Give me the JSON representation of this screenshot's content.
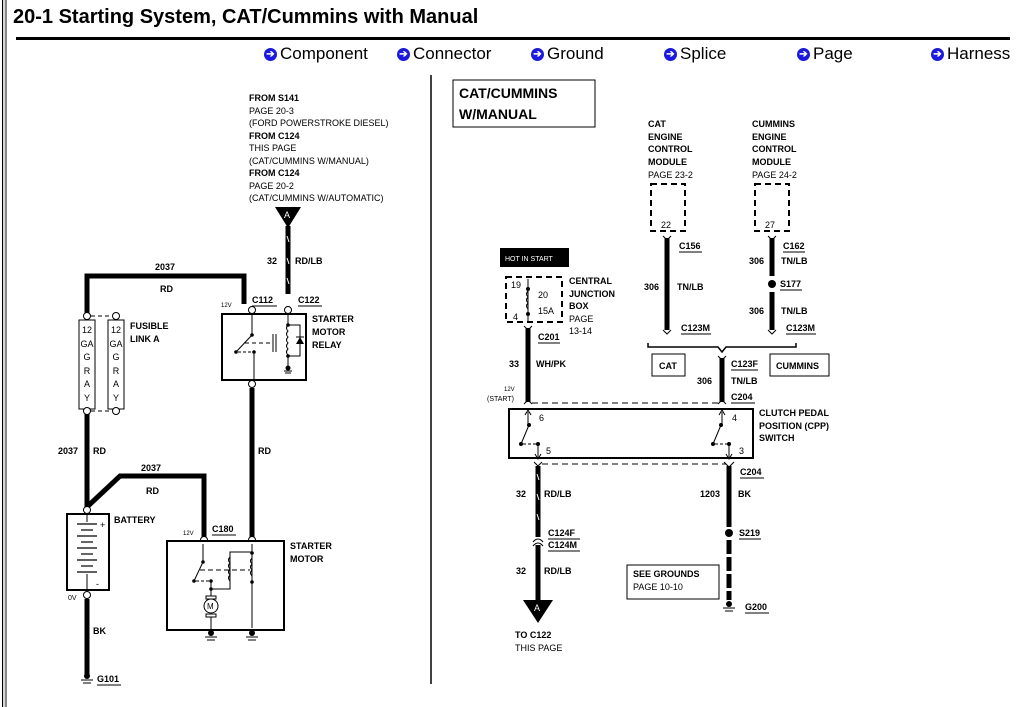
{
  "title": "20-1 Starting System, CAT/Cummins with Manual",
  "nav": [
    {
      "label": "Component",
      "icon": "arrow-circle-icon"
    },
    {
      "label": "Connector",
      "icon": "arrow-circle-icon"
    },
    {
      "label": "Ground",
      "icon": "arrow-circle-icon"
    },
    {
      "label": "Splice",
      "icon": "arrow-circle-icon"
    },
    {
      "label": "Page",
      "icon": "arrow-circle-icon"
    },
    {
      "label": "Harness",
      "icon": "arrow-circle-icon"
    }
  ],
  "left": {
    "from_refs": [
      {
        "title": "FROM S141",
        "page": "PAGE 20-3",
        "note": "(FORD POWERSTROKE DIESEL)"
      },
      {
        "title": "FROM C124",
        "page": "THIS PAGE",
        "note": "(CAT/CUMMINS W/MANUAL)"
      },
      {
        "title": "FROM C124",
        "page": "PAGE 20-2",
        "note": "(CAT/CUMMINS W/AUTOMATIC)"
      }
    ],
    "connector_a": "A",
    "wire_32": {
      "circuit": "32",
      "color": "RD/LB"
    },
    "wire_2037_top": {
      "circuit": "2037",
      "color": "RD"
    },
    "wire_2037_mid": {
      "circuit": "2037",
      "color": "RD"
    },
    "wire_2037_lower": {
      "circuit": "2037",
      "color": "RD"
    },
    "wire_rd_relay_motor": "RD",
    "wire_bk": "BK",
    "fusible_link": {
      "label_line1": "FUSIBLE",
      "label_line2": "LINK A",
      "rating": "12",
      "ga": "GA",
      "color_letters": [
        "G",
        "R",
        "A",
        "Y"
      ]
    },
    "relay": {
      "name_lines": [
        "STARTER",
        "MOTOR",
        "RELAY"
      ],
      "conn_left": "C112",
      "conn_right": "C122",
      "voltage": "12V"
    },
    "battery": {
      "name": "BATTERY",
      "plus": "+",
      "minus": "-",
      "voltage": "0V"
    },
    "starter_motor": {
      "name_lines": [
        "STARTER",
        "MOTOR"
      ],
      "conn": "C180",
      "voltage": "12V",
      "motor_symbol": "M"
    },
    "ground": "G101"
  },
  "right": {
    "box_label": [
      "CAT/CUMMINS",
      "W/MANUAL"
    ],
    "cat_ecm": {
      "lines": [
        "CAT",
        "ENGINE",
        "CONTROL",
        "MODULE"
      ],
      "page": "PAGE 23-2",
      "pin": "22",
      "conn_top": "C156",
      "wire": "306",
      "color": "TN/LB",
      "conn_bottom": "C123M"
    },
    "cummins_ecm": {
      "lines": [
        "CUMMINS",
        "ENGINE",
        "CONTROL",
        "MODULE"
      ],
      "page": "PAGE 24-2",
      "pin": "27",
      "conn_top": "C162",
      "wire1": "306",
      "color1": "TN/LB",
      "splice": "S177",
      "wire2": "306",
      "color2": "TN/LB",
      "conn_bottom": "C123M"
    },
    "hot_in_start": "HOT IN START",
    "cjb": {
      "lines": [
        "CENTRAL",
        "JUNCTION",
        "BOX"
      ],
      "page_lines": [
        "PAGE",
        "13-14"
      ],
      "pin_in": "19",
      "pin_out": "4",
      "fuse": "20",
      "fuse_rating": "15A",
      "conn": "C201"
    },
    "wire_33": {
      "circuit": "33",
      "color": "WH/PK",
      "voltage": "12V",
      "state": "(START)"
    },
    "cat_tag": "CAT",
    "cummins_tag": "CUMMINS",
    "c123f": {
      "conn_top": "C123F",
      "wire": "306",
      "color": "TN/LB",
      "conn_bottom": "C204"
    },
    "cpp_switch": {
      "lines": [
        "CLUTCH PEDAL",
        "POSITION (CPP)",
        "SWITCH"
      ],
      "pins": [
        "6",
        "5",
        "4",
        "3"
      ]
    },
    "wire_32_out": {
      "circuit": "32",
      "color": "RD/LB"
    },
    "c124": {
      "female": "C124F",
      "male": "C124M"
    },
    "wire_32_out2": {
      "circuit": "32",
      "color": "RD/LB"
    },
    "to_ref": {
      "connector": "A",
      "title": "TO C122",
      "page": "THIS PAGE"
    },
    "c204": "C204",
    "wire_1203": {
      "circuit": "1203",
      "color": "BK"
    },
    "splice_s219": "S219",
    "see_grounds": {
      "title": "SEE GROUNDS",
      "page": "PAGE 10-10"
    },
    "ground": "G200"
  }
}
